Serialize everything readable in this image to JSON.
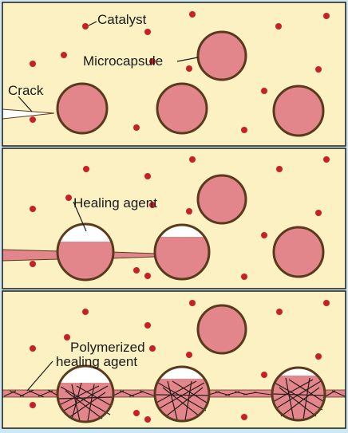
{
  "labels": {
    "catalyst": "Catalyst",
    "microcapsule": "Microcapsule",
    "crack": "Crack",
    "healing_agent": "Healing agent",
    "polymerized_line1": "Polymerized",
    "polymerized_line2": "healing agent"
  },
  "colors": {
    "frame_background": "#cde8f5",
    "matrix": "#fbf1c2",
    "capsule_fill": "#e3868c",
    "capsule_outline": "#5a3a1c",
    "catalyst_dot": "#c8202a",
    "healing_agent_void": "#ffffff",
    "polymer_network": "#2a1a1a"
  },
  "panels": [
    {
      "stage": "intact capsules, crack approaching"
    },
    {
      "stage": "crack ruptures capsules, healing agent released"
    },
    {
      "stage": "healing agent polymerizes in crack"
    }
  ]
}
